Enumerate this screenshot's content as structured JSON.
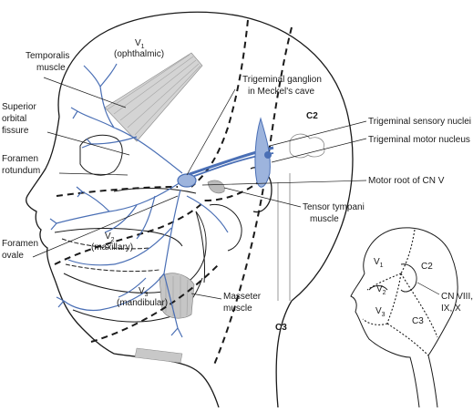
{
  "labels": {
    "v1_main": "V",
    "v1_main_sub": "1",
    "v1_main_desc": "(ophthalmic)",
    "temporalis": [
      "Temporalis",
      "muscle"
    ],
    "trig_ganglion": [
      "Trigeminal ganglion",
      "in Meckel's cave"
    ],
    "c2_main": "C2",
    "superior_orbital": [
      "Superior",
      "orbital",
      "fissure"
    ],
    "trig_sensory": "Trigeminal sensory nuclei",
    "trig_motor": "Trigeminal motor nucleus",
    "foramen_rotundum": [
      "Foramen",
      "rotundum"
    ],
    "motor_root": "Motor root of CN V",
    "tensor_tympani": [
      "Tensor tympani",
      "muscle"
    ],
    "v2_main": "V",
    "v2_main_sub": "2",
    "v2_main_desc": "(maxillary)",
    "foramen_ovale": [
      "Foramen",
      "ovale"
    ],
    "v3_main": "V",
    "v3_main_sub": "3",
    "v3_main_desc": "(mandibular)",
    "masseter": [
      "Masseter",
      "muscle"
    ],
    "c3_main": "C3",
    "inset_v1": "V",
    "inset_v1_sub": "1",
    "inset_v2": "V",
    "inset_v2_sub": "2",
    "inset_v3": "V",
    "inset_v3_sub": "3",
    "inset_c2": "C2",
    "inset_c3": "C3",
    "inset_cn": [
      "CN VIII,",
      "IX, X"
    ]
  },
  "colors": {
    "nerve": "#4a6fb5",
    "nerve_light": "#9db4dd",
    "outline": "#1a1a1a",
    "muscle": "#b9b9b9"
  }
}
